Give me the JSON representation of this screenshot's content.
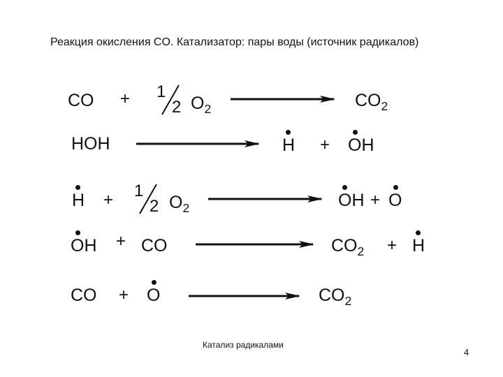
{
  "title": "Реакция окисления CO. Катализатор: пары воды (источник радикалов)",
  "footer": "Катализ радикалами",
  "page_number": "4",
  "reactions": [
    {
      "left": {
        "co": "CO",
        "plus": "+",
        "frac_num": "1",
        "frac_den": "2",
        "o2": "O",
        "o2_sub": "2"
      },
      "right": {
        "co2": "CO",
        "co2_sub": "2"
      }
    },
    {
      "left": {
        "hoh": "HOH"
      },
      "right": {
        "h": "H",
        "plus": "+",
        "oh": "OH"
      }
    },
    {
      "left": {
        "h": "H",
        "plus": "+",
        "frac_num": "1",
        "frac_den": "2",
        "o2": "O",
        "o2_sub": "2"
      },
      "right": {
        "oh": "OH",
        "plus": "+",
        "o": "O"
      }
    },
    {
      "left": {
        "oh": "OH",
        "plus": "+",
        "co": "CO"
      },
      "right": {
        "co2": "CO",
        "co2_sub": "2",
        "plus": "+",
        "h": "H"
      }
    },
    {
      "left": {
        "co": "CO",
        "plus": "+",
        "o": "O"
      },
      "right": {
        "co2": "CO",
        "co2_sub": "2"
      }
    }
  ]
}
